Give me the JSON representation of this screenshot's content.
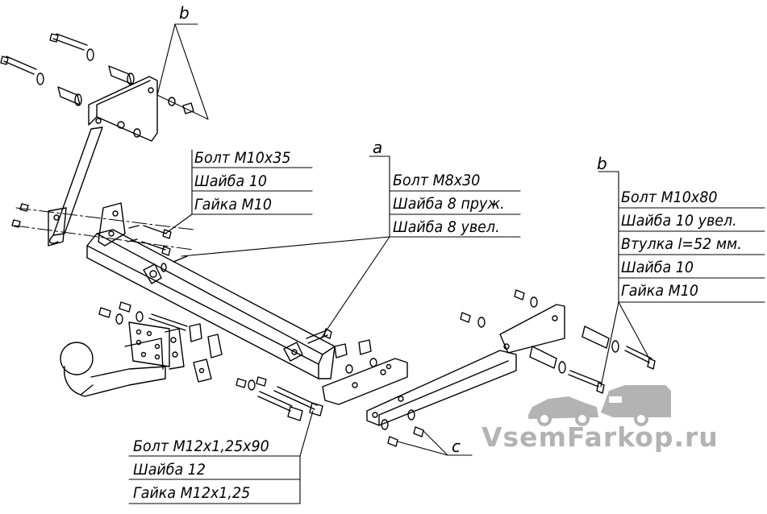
{
  "callouts": {
    "b_left": {
      "letter": "b",
      "lines": [
        "Болт М10х35",
        "Шайба 10",
        "Гайка М10"
      ]
    },
    "a": {
      "letter": "a",
      "lines": [
        "Болт М8х30",
        "Шайба 8 пруж.",
        "Шайба 8 увел."
      ]
    },
    "b_right": {
      "letter": "b",
      "lines": [
        "Болт М10х80",
        "Шайба 10 увел.",
        "Втулка l=52 мм.",
        "Шайба 10",
        "Гайка М10"
      ]
    },
    "bottom": {
      "lines": [
        "Болт М12х1,25х90",
        "Шайба 12",
        "Гайка М12х1,25"
      ]
    },
    "c": {
      "letter": "c"
    }
  },
  "watermark": {
    "text": "VsemFarkop.ru",
    "icon": "car-with-trailer-icon",
    "color": "#b3b3b3"
  }
}
